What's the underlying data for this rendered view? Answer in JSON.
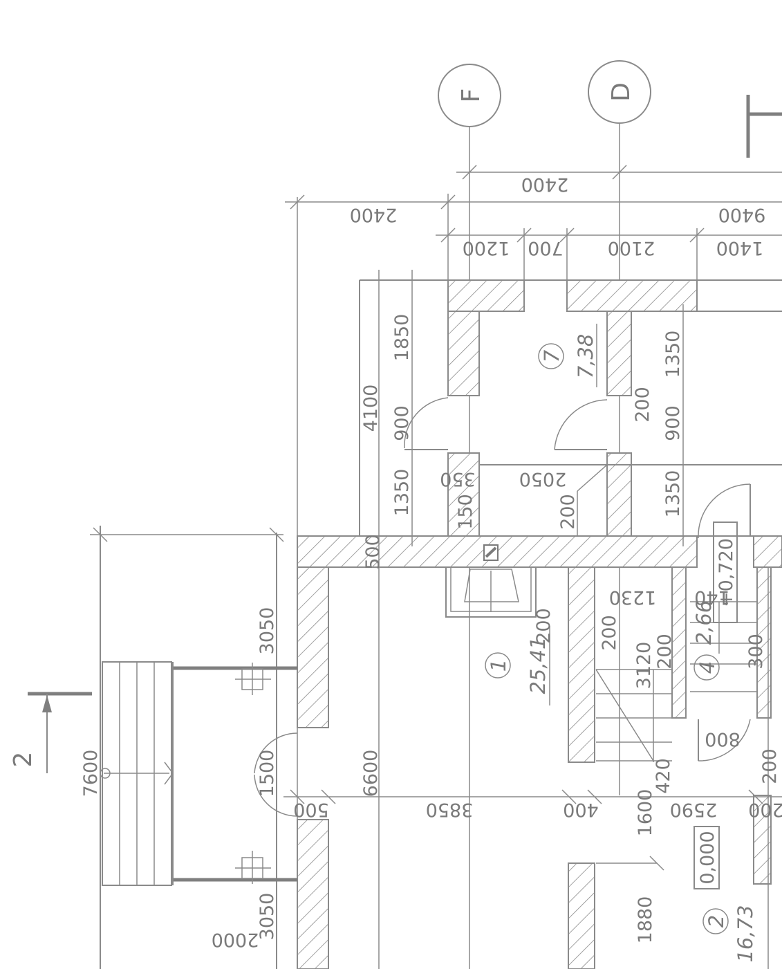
{
  "drawing": {
    "section_mark": "2",
    "axes": [
      "F",
      "D"
    ],
    "rooms": [
      {
        "number": "7",
        "area": "7,38"
      },
      {
        "number": "1",
        "area": "25,41"
      },
      {
        "number": "4",
        "area": "2,66"
      },
      {
        "number": "2",
        "area": "16,73"
      }
    ],
    "levels": [
      "+0,720",
      "0,000"
    ],
    "dims": {
      "top_2400_a": "2400",
      "top_2400_b": "2400",
      "top_9400": "9400",
      "top_1200": "1200",
      "top_700": "700",
      "top_2100": "2100",
      "top_1400": "1400",
      "v_1850": "1850",
      "v_4100": "4100",
      "v_900_left": "900",
      "v_1350_left": "1350",
      "v_1350_r1": "1350",
      "v_200_door": "200",
      "v_900_r": "900",
      "v_1350_r2": "1350",
      "h_350": "350",
      "h_2050": "2050",
      "v_150": "150",
      "v_200_b": "200",
      "v_500": "500",
      "v_3050_top": "3050",
      "v_7600": "7600",
      "v_1500": "1500",
      "v_3050_bot": "3050",
      "h_2000": "2000",
      "v_6600": "6600",
      "h_500": "500",
      "h_3850": "3850",
      "h_400": "400",
      "h_1230": "1230",
      "v_200_c": "200",
      "v_200_d": "200",
      "v_3120": "3120",
      "v_200_e": "200",
      "h_140": "140",
      "v_300": "300",
      "h_800": "800",
      "v_420": "420",
      "v_1600": "1600",
      "h_2590": "2590",
      "v_200_f": "200",
      "h_200_g": "200",
      "v_1880": "1880"
    }
  }
}
